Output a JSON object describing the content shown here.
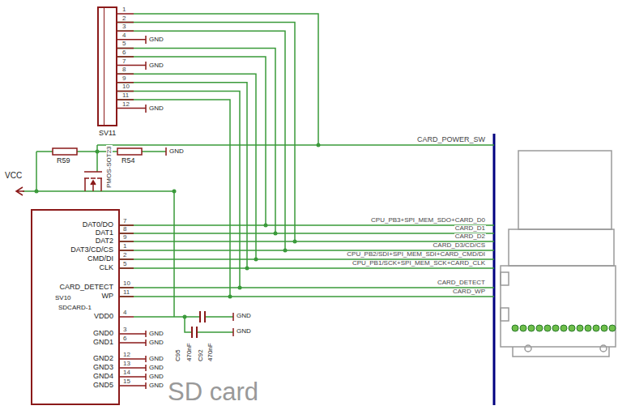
{
  "diagram": {
    "nodes": [
      {
        "text": [
          "SV11"
        ]
      },
      {
        "text": [
          "DAT0/DO",
          "DAT1",
          "DAT2",
          "DAT3/CD/CS",
          "CMD/DI",
          "CLK",
          "CARD_DETECT",
          "WP",
          "VDD0",
          "GND0",
          "GND1",
          "GND2",
          "GND3",
          "GND4",
          "GND5",
          "SV10",
          "SDCARD-1"
        ]
      }
    ],
    "edges": [
      {
        "from": 0,
        "to": 1,
        "arrow": "none"
      },
      {
        "from": 0,
        "to": 1,
        "arrow": "none"
      },
      {
        "from": 0,
        "to": 1,
        "arrow": "none"
      },
      {
        "from": 0,
        "to": 1,
        "arrow": "none"
      },
      {
        "from": 0,
        "to": 1,
        "arrow": "none"
      },
      {
        "from": 0,
        "to": 1,
        "arrow": "none"
      },
      {
        "from": 0,
        "to": 1,
        "arrow": "none"
      },
      {
        "from": 0,
        "to": 1,
        "arrow": "none"
      }
    ],
    "labels": [
      "1",
      "2",
      "3",
      "4",
      "5",
      "6",
      "7",
      "8",
      "9",
      "10",
      "11",
      "12",
      "GND",
      "GND",
      "GND",
      "CARD_POWER_SW",
      "VCC",
      "R59",
      "R54",
      "GND",
      "PMOS-SOT23",
      "CPU_PB3+SPI_MEM_SDO+CARD_D0",
      "CARD_D1",
      "CARD_D2",
      "CARD_D3/CD/CS",
      "CPU_PB2/SDI+SPI_MEM_SDI+CARD_CMD/DI",
      "CPU_PB1/SCK+SPI_MEM_SCK+CARD_CLK",
      "CARD_DETECT",
      "CARD_WP",
      "7",
      "8",
      "9",
      "1",
      "2",
      "5",
      "10",
      "11",
      "4",
      "3",
      "6",
      "12",
      "13",
      "14",
      "15",
      "GND",
      "GND",
      "GND",
      "GND",
      "GND",
      "GND",
      "C95",
      "470nF",
      "C92",
      "470nF",
      "GND",
      "GND",
      "SD card"
    ]
  }
}
